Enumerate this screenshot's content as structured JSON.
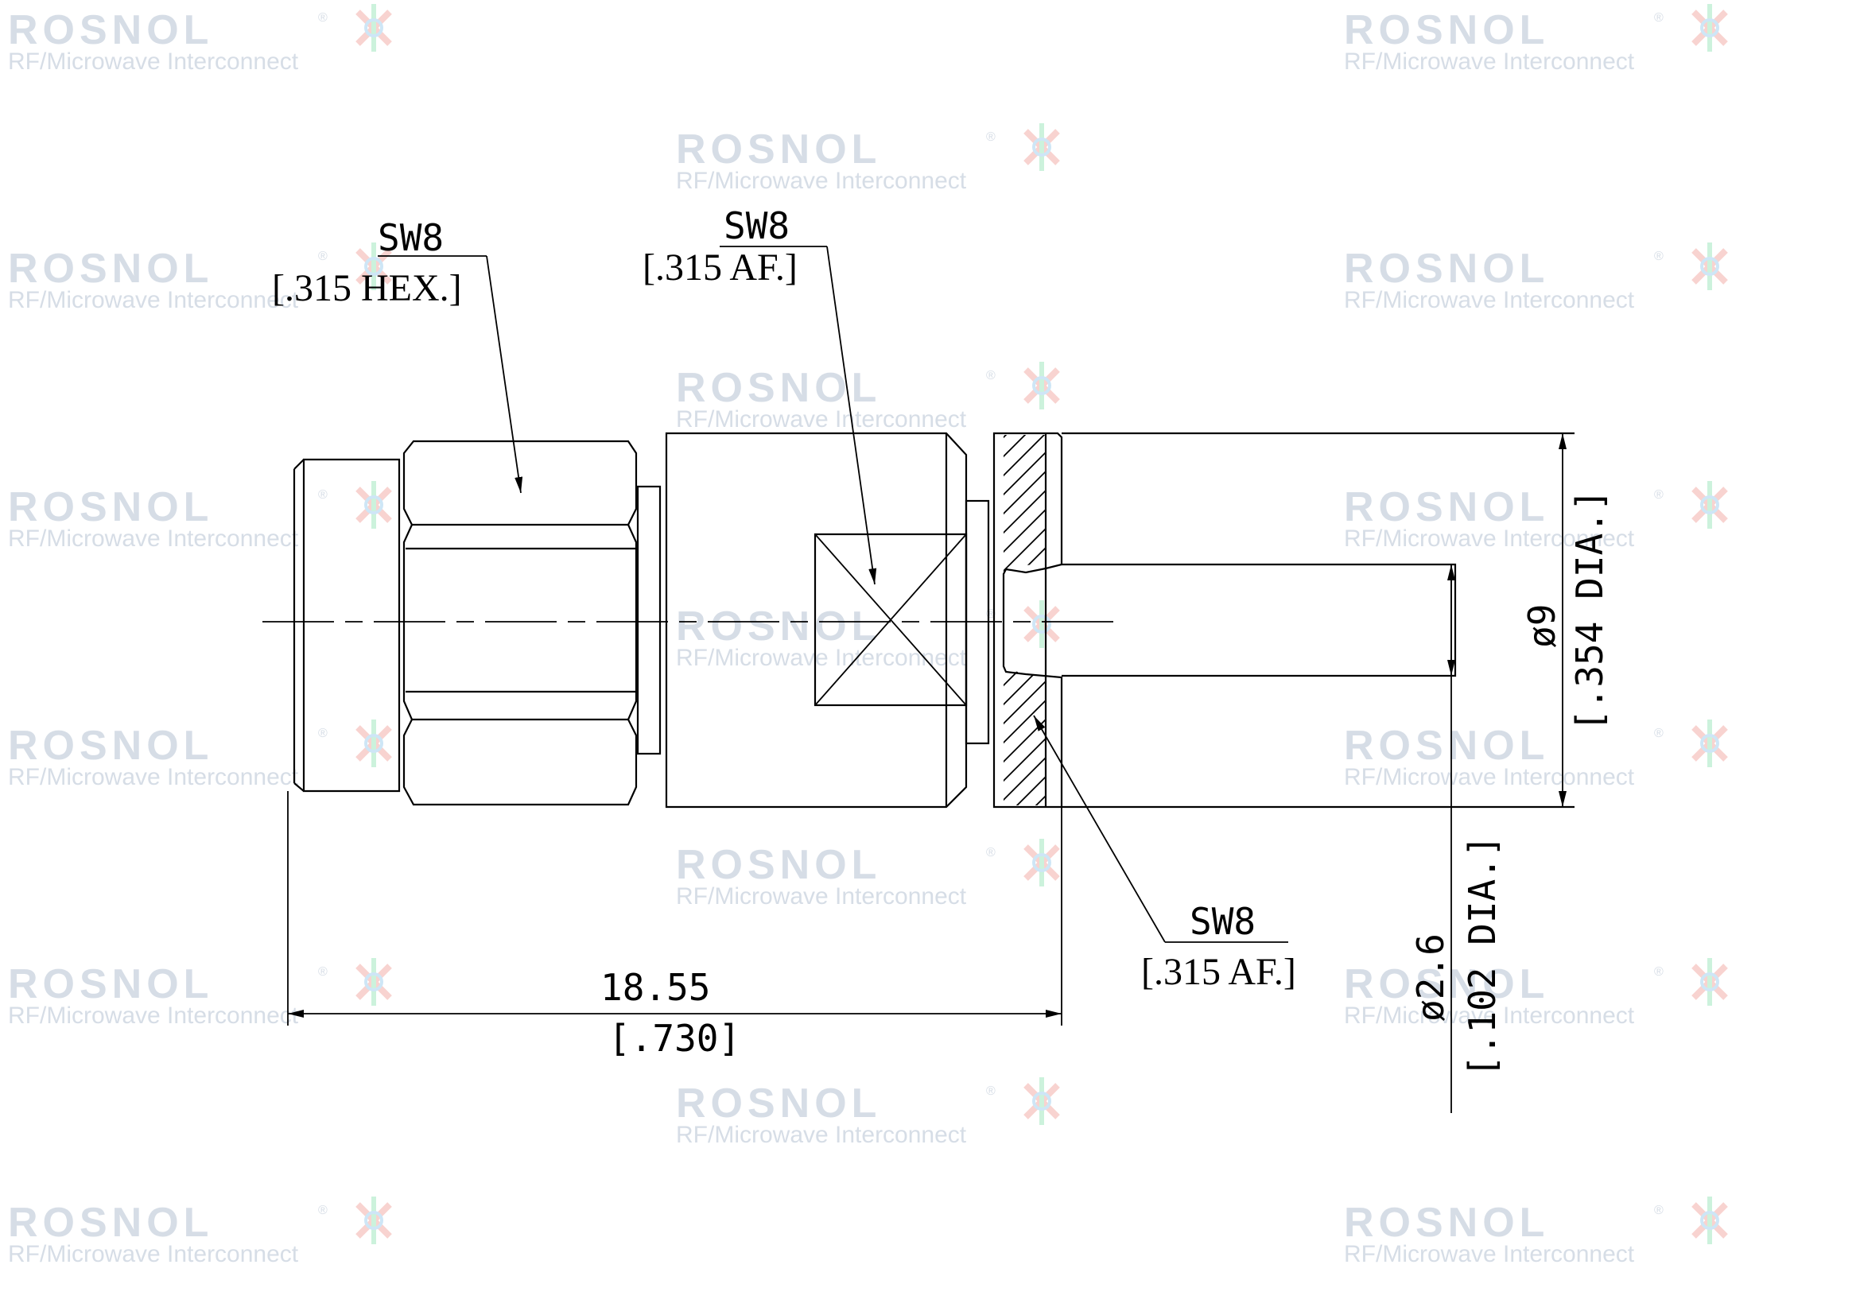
{
  "watermark": {
    "brand": "ROSNOL",
    "tagline": "RF/Microwave Interconnect",
    "registered_mark": "®",
    "logo_colors": [
      "#e74c3c",
      "#f1c40f",
      "#2ecc71",
      "#3498db",
      "#9b59b6"
    ]
  },
  "callouts": {
    "hex_nut": {
      "size": "SW8",
      "note": "[.315 HEX.]"
    },
    "body_flats": {
      "size": "SW8",
      "note": "[.315 AF.]"
    },
    "rear_flats": {
      "size": "SW8",
      "note": "[.315 AF.]"
    }
  },
  "dimensions": {
    "overall_length": {
      "mm": "18.55",
      "inch": "[.730]"
    },
    "outer_diameter": {
      "mm": "ø9",
      "inch": "[.354 DIA.]"
    },
    "pin_diameter": {
      "mm": "ø2.6",
      "inch": "[.102 DIA.]"
    }
  },
  "colors": {
    "line": "#000000",
    "watermark": "#d6dde6",
    "background": "#ffffff"
  }
}
